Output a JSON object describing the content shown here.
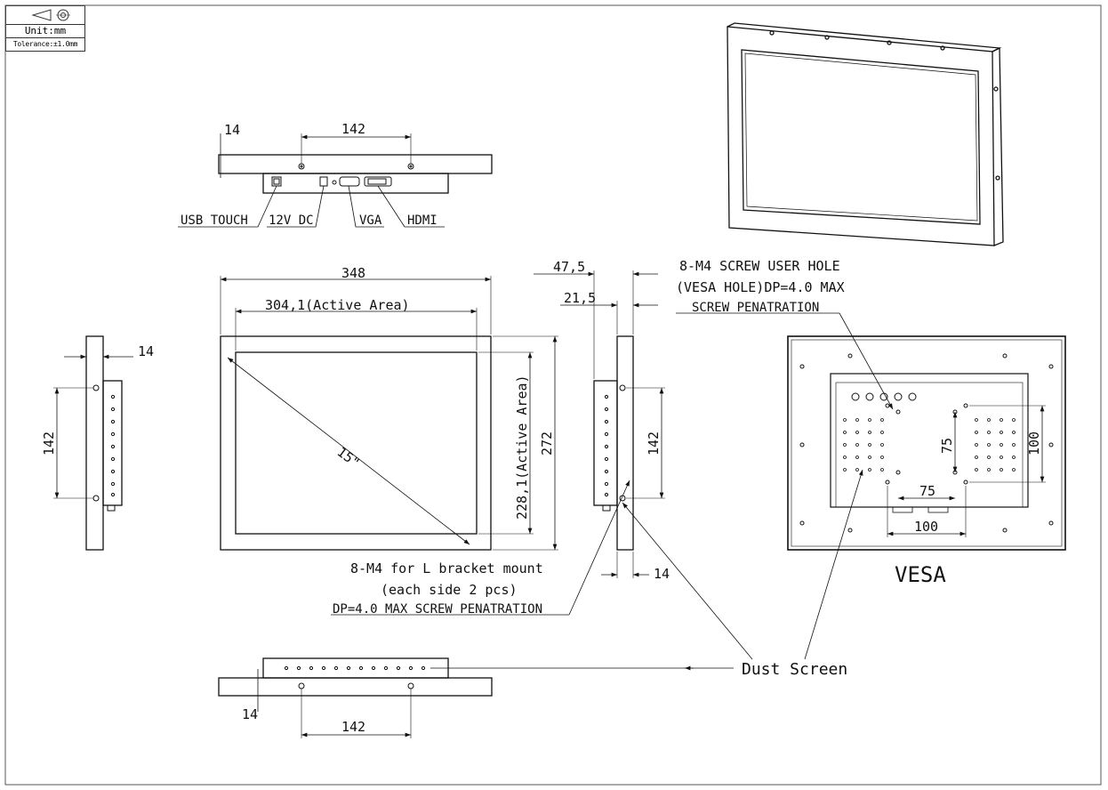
{
  "title_block": {
    "unit": "Unit:mm",
    "tolerance": "Tolerance:±1.0mm"
  },
  "top_view": {
    "dim_thickness": "14",
    "dim_hole_spacing": "142",
    "ports": [
      "USB TOUCH",
      "12V DC",
      "VGA",
      "HDMI"
    ]
  },
  "front_view": {
    "dim_overall_width": "348",
    "dim_active_width": "304,1(Active Area)",
    "dim_active_height": "228,1(Active Area)",
    "dim_overall_height": "272",
    "diagonal": "15\""
  },
  "left_side_view": {
    "dim_flange": "14",
    "dim_hole_spacing": "142"
  },
  "right_side_view": {
    "dim_depth_total": "47,5",
    "dim_depth_body": "21,5",
    "dim_hole_spacing": "142",
    "dim_flange": "14"
  },
  "bracket_note": [
    "8-M4 for L bracket mount",
    "(each side 2 pcs)",
    "DP=4.0 MAX SCREW PENATRATION"
  ],
  "vesa_note": [
    "8-M4 SCREW USER HOLE",
    "(VESA HOLE)DP=4.0 MAX",
    "SCREW PENATRATION"
  ],
  "vesa_view": {
    "dim_75_vertical": "75",
    "dim_75_horizontal": "75",
    "dim_100_vertical": "100",
    "dim_100_horizontal": "100",
    "label": "VESA"
  },
  "dust_screen_label": "Dust Screen",
  "bottom_view": {
    "dim_thickness": "14",
    "dim_hole_spacing": "142"
  }
}
